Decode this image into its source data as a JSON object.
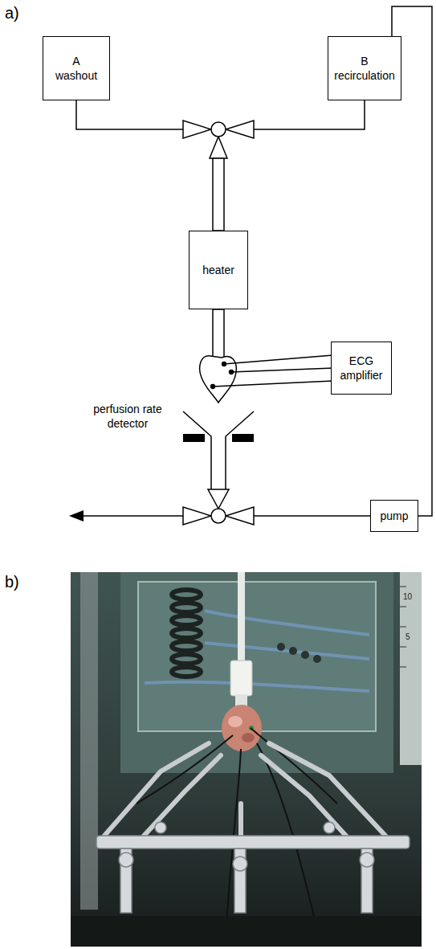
{
  "diagram": {
    "nodes": [
      {
        "text": [
          "A",
          "washout"
        ]
      },
      {
        "text": [
          "B",
          "recirculation"
        ]
      },
      {
        "text": [
          "heater"
        ]
      },
      {
        "text": [
          "ECG amplifier"
        ]
      },
      {
        "text": [
          "pump"
        ]
      }
    ],
    "edges": [
      {
        "from": 0,
        "to": 2,
        "arrow": "none"
      },
      {
        "from": 1,
        "to": 2,
        "arrow": "none"
      },
      {
        "from": 4,
        "to": 1,
        "arrow": "none"
      }
    ],
    "labels": [
      "a)",
      "perfusion rate detector",
      "b)",
      "10",
      "5"
    ]
  }
}
